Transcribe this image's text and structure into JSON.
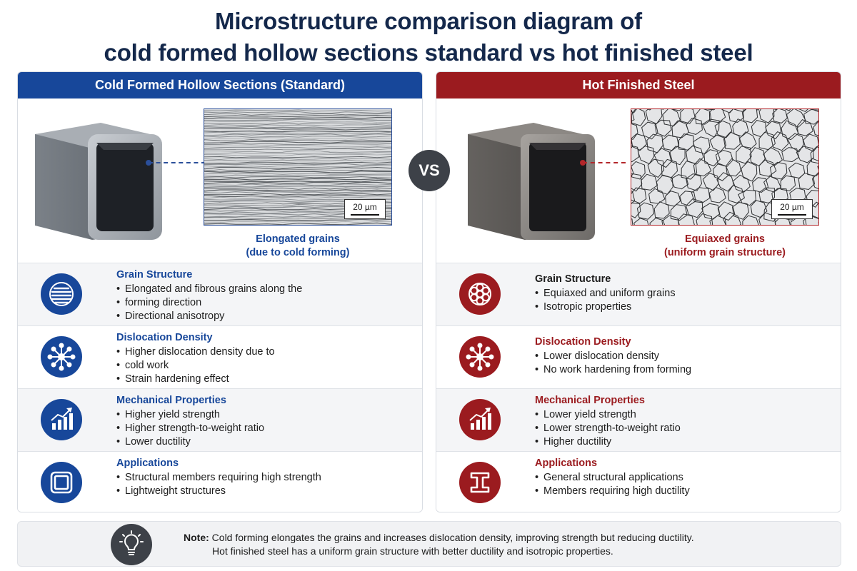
{
  "title": {
    "line1": "Microstructure comparison diagram of",
    "line2": "cold formed hollow sections standard vs hot finished steel"
  },
  "vs_label": "VS",
  "colors": {
    "cold_accent": "#17479a",
    "hot_accent": "#9b1b1f",
    "dark": "#3d4148"
  },
  "cold": {
    "header": "Cold Formed Hollow Sections (Standard)",
    "scale": "20 µm",
    "caption_line1": "Elongated grains",
    "caption_line2": "(due to cold forming)",
    "rows": [
      {
        "icon": "stacked-lines-icon",
        "heading": "Grain Structure",
        "items": [
          "Elongated and fibrous grains along the",
          "forming direction",
          "Directional anisotropy"
        ]
      },
      {
        "icon": "network-node-icon",
        "heading": "Dislocation Density",
        "items": [
          "Higher dislocation density due to",
          "cold work",
          "Strain hardening effect"
        ]
      },
      {
        "icon": "bar-chart-up-icon",
        "heading": "Mechanical Properties",
        "items": [
          "Higher yield strength",
          "Higher strength-to-weight ratio",
          "Lower ductility"
        ]
      },
      {
        "icon": "square-tube-icon",
        "heading": "Applications",
        "items": [
          "Structural members requiring high strength",
          "Lightweight structures"
        ]
      }
    ]
  },
  "hot": {
    "header": "Hot Finished Steel",
    "scale": "20 µm",
    "caption_line1": "Equiaxed grains",
    "caption_line2": "(uniform grain structure)",
    "rows": [
      {
        "icon": "grain-cluster-icon",
        "heading": "Grain Structure",
        "items": [
          "Equiaxed and uniform grains",
          "Isotropic properties"
        ]
      },
      {
        "icon": "network-node-icon",
        "heading": "Dislocation Density",
        "items": [
          "Lower dislocation density",
          "No work hardening from forming"
        ]
      },
      {
        "icon": "bar-chart-up-icon",
        "heading": "Mechanical Properties",
        "items": [
          "Lower yield strength",
          "Lower strength-to-weight ratio",
          "Higher ductility"
        ]
      },
      {
        "icon": "i-beam-icon",
        "heading": "Applications",
        "items": [
          "General structural applications",
          "Members requiring high ductility"
        ]
      }
    ]
  },
  "note": {
    "label": "Note:",
    "line1": "Cold forming elongates the grains and increases dislocation density, improving strength but reducing ductility.",
    "line2": "Hot finished steel has a uniform grain structure with better ductility and isotropic properties.",
    "icon": "lightbulb-icon"
  }
}
